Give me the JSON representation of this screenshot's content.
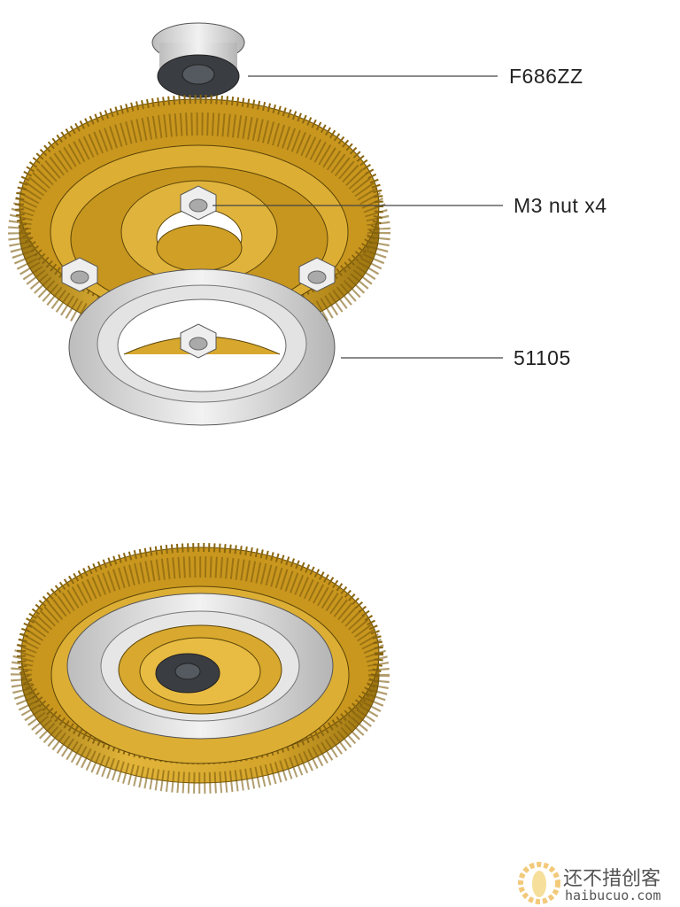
{
  "labels": {
    "bearing": "F686ZZ",
    "nuts": "M3 nut x4",
    "thrust_bearing": "51105"
  },
  "watermark": {
    "name_cn": "还不措创客",
    "domain": "haibucuo.com"
  },
  "colors": {
    "gear": "#d9a92a",
    "gear_dark": "#a77d12",
    "steel": "#d8d8d8",
    "seal": "#3a3d42"
  }
}
